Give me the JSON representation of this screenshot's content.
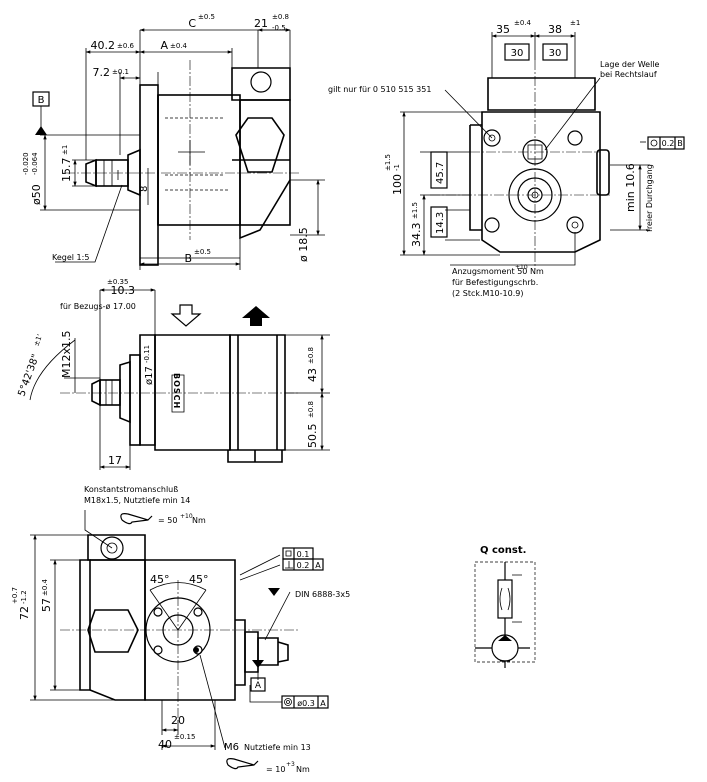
{
  "views": {
    "side": {
      "dim_C": "C",
      "dim_C_tol": "±0.5",
      "dim_21": "21",
      "dim_21_tol_up": "±0.8",
      "dim_21_tol_dn": "-0.5",
      "dim_40": "40.2",
      "dim_40_tol": "±0.6",
      "dim_A": "A",
      "dim_A_tol": "±0.4",
      "dim_7": "7.2",
      "dim_7_tol": "±0.1",
      "datum_B": "B",
      "dim_dia50": "ø50",
      "dim_dia50_tol_up": "-0.020",
      "dim_dia50_tol_dn": "-0.064",
      "dim_15": "15.7",
      "dim_15_tol": "±1",
      "dim_8": "8",
      "dim_18": "ø 18.5",
      "dim_B": "B",
      "dim_B_tol": "±0.5",
      "taper": "Kegel 1:5"
    },
    "right": {
      "dim_35": "35",
      "dim_35_tol": "±0.4",
      "dim_38": "38",
      "dim_38_tol": "±1",
      "box_30a": "30",
      "box_30b": "30",
      "shaft_note_1": "Lage der Welle",
      "shaft_note_2": "bei Rechtslauf",
      "valid_note": "gilt nur für 0 510 515 351",
      "tol_flat": "0.2",
      "tol_datum": "B",
      "dim_100": "100",
      "dim_100_tol_up": "±1.5",
      "dim_100_tol_dn": "-1",
      "box_45": "45.7",
      "dim_34": "34.3",
      "dim_34_tol": "±1.5",
      "box_14": "14.3",
      "dim_min": "min 10.6",
      "free_pass": "freier Durchgang",
      "torque_1": "Anzugsmoment 50",
      "torque_1_tol": "+10",
      "torque_1_unit": "Nm",
      "torque_2": "für Befestigungschrb.",
      "torque_3": "(2 Stck.M10-10.9)"
    },
    "top": {
      "dim_10": "10.3",
      "dim_10_tol": "±0.35",
      "ref_dia": "für Bezugs-ø 17.00",
      "dim_angle": "5°42'38\"",
      "dim_angle_tol": "±1'",
      "dim_thread": "M12x1.5",
      "dim_dia17": "ø17",
      "dim_dia17_tol": "-0.11",
      "brand": "BOSCH",
      "dim_43": "43",
      "dim_43_tol": "±0.8",
      "dim_50": "50.5",
      "dim_50_tol": "±0.8",
      "dim_17": "17"
    },
    "front": {
      "port_1": "Konstantstromanschluß",
      "port_2": "M18x1.5, Nutztiefe min 14",
      "port_torque": "= 50",
      "port_torque_tol": "+10",
      "port_torque_unit": "Nm",
      "dim_72": "72",
      "dim_72_tol_up": "+0.7",
      "dim_72_tol_dn": "-1.2",
      "dim_57": "57",
      "dim_57_tol": "±0.4",
      "angle_a": "45°",
      "angle_b": "45°",
      "tol1_val": "0.1",
      "tol2_val": "0.2",
      "tol2_datum": "A",
      "key": "DIN 6888-3x5",
      "datum_A": "A",
      "tol3_val": "ø0.3",
      "tol3_datum": "A",
      "dim_20": "20",
      "dim_40": "40",
      "dim_40_tol": "±0.15",
      "m6": "M6",
      "m6_note": "Nutztiefe min 13",
      "m6_torque": "= 10",
      "m6_torque_tol": "+3",
      "m6_torque_unit": "Nm"
    },
    "symbol": {
      "title": "Q const."
    }
  }
}
